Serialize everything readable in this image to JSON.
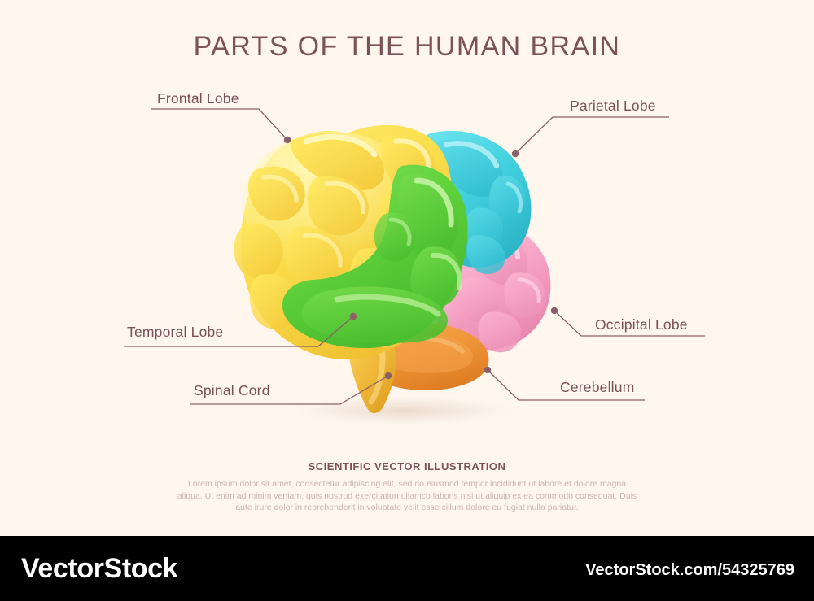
{
  "page": {
    "background_color": "#FFF6EE",
    "title": "PARTS OF THE HUMAN BRAIN",
    "title_color": "#7B5258"
  },
  "labels": [
    {
      "id": "frontal",
      "text": "Frontal Lobe",
      "region_color": "#FBDF4B"
    },
    {
      "id": "parietal",
      "text": "Parietal Lobe",
      "region_color": "#45D2DF"
    },
    {
      "id": "temporal",
      "text": "Temporal Lobe",
      "region_color": "#5FD13B"
    },
    {
      "id": "occipital",
      "text": "Occipital Lobe",
      "region_color": "#F9A9C9"
    },
    {
      "id": "spinal",
      "text": "Spinal Cord",
      "region_color": "#F0B93A"
    },
    {
      "id": "cerebellum",
      "text": "Cerebellum",
      "region_color": "#EE9438"
    }
  ],
  "caption": {
    "heading": "SCIENTIFIC VECTOR ILLUSTRATION",
    "body": "Lorem ipsum dolor sit amet, consectetur adipiscing elit, sed do eiusmod tempor incididunt ut labore et dolore magna aliqua. Ut enim ad minim veniam, quis nostrud exercitation ullamco laboris nisi ut aliquip ex ea commodo consequat. Duis aute irure dolor in reprehenderit in voluptate velit esse cillum dolore eu fugiat nulla pariatur.",
    "heading_color": "#7B5258",
    "body_color": "#C9B6AE"
  },
  "footer": {
    "background_color": "#000000",
    "logo": "VectorStock",
    "url": "VectorStock.com/54325769",
    "text_color": "#FFFFFF"
  },
  "illustration": {
    "name": "human-brain-3d-lateral-view",
    "connector_color": "#8C6068",
    "regions": [
      {
        "name": "frontal-lobe",
        "color": "#FBDF4B"
      },
      {
        "name": "parietal-lobe",
        "color": "#45D2DF"
      },
      {
        "name": "temporal-lobe",
        "color": "#5FD13B"
      },
      {
        "name": "occipital-lobe",
        "color": "#F9A9C9"
      },
      {
        "name": "cerebellum",
        "color": "#EE9438"
      },
      {
        "name": "spinal-cord",
        "color": "#F0B93A"
      }
    ]
  }
}
